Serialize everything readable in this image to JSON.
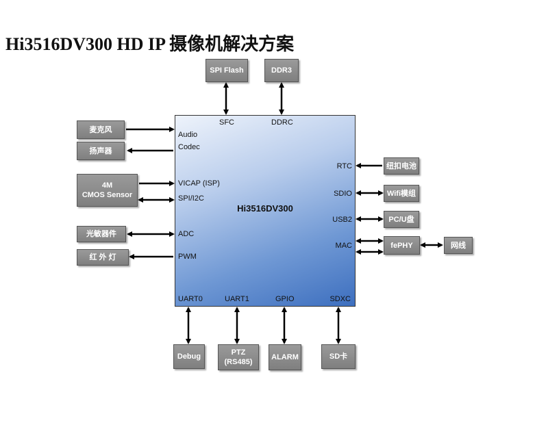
{
  "title": "Hi3516DV300 HD IP 摄像机解决方案",
  "soc": {
    "name": "Hi3516DV300",
    "interfaces": {
      "audio": "Audio",
      "codec": "Codec",
      "vicap": "VICAP (ISP)",
      "spi_i2c": "SPI/I2C",
      "adc": "ADC",
      "pwm": "PWM",
      "sfc": "SFC",
      "ddrc": "DDRC",
      "rtc": "RTC",
      "sdio": "SDIO",
      "usb2": "USB2",
      "mac": "MAC",
      "uart0": "UART0",
      "uart1": "UART1",
      "gpio": "GPIO",
      "sdxc": "SDXC"
    }
  },
  "peripherals": {
    "spi_flash": "SPI Flash",
    "ddr3": "DDR3",
    "mic": "麦克风",
    "speaker": "扬声器",
    "sensor_line1": "4M",
    "sensor_line2": "CMOS Sensor",
    "light_sensor": "光敏器件",
    "ir_lamp": "红 外 灯",
    "battery": "纽扣电池",
    "wifi": "Wifi模组",
    "pc_udisk": "PC/U盘",
    "fephy": "fePHY",
    "network": "网线",
    "debug": "Debug",
    "ptz_line1": "PTZ",
    "ptz_line2": "(RS485)",
    "alarm": "ALARM",
    "sd_card": "SD卡"
  },
  "colors": {
    "soc_gradient_dark": "#3d6fbf",
    "box_gray": "#8c8c8c",
    "arrow": "#000000"
  }
}
